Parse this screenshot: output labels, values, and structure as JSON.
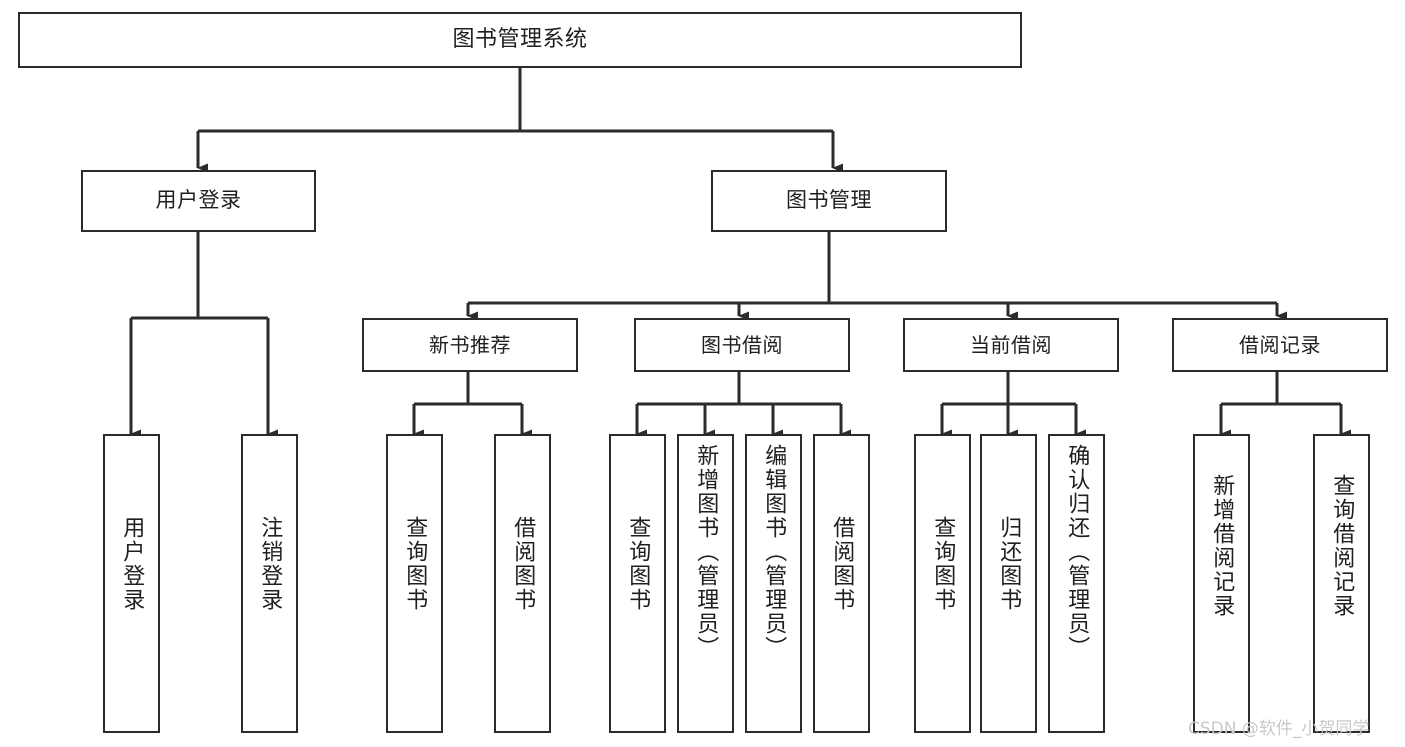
{
  "diagram": {
    "title": "图书管理系统",
    "type": "tree-hierarchy",
    "watermark": "CSDN @软件_小贺同学",
    "accent_color": "#2b2b2b",
    "background_color": "#ffffff"
  },
  "nodes": {
    "root": {
      "label": "图书管理系统",
      "level": 1
    },
    "level2": [
      {
        "id": "user-login",
        "label": "用户登录"
      },
      {
        "id": "book-manage",
        "label": "图书管理"
      }
    ],
    "level3": [
      {
        "id": "new-book-recommend",
        "label": "新书推荐"
      },
      {
        "id": "book-borrow",
        "label": "图书借阅"
      },
      {
        "id": "current-borrow",
        "label": "当前借阅"
      },
      {
        "id": "borrow-record",
        "label": "借阅记录"
      }
    ],
    "leaves": {
      "user_login": [
        {
          "id": "leaf-user-login",
          "label": "用户登录"
        },
        {
          "id": "leaf-user-logout",
          "label": "注销登录"
        }
      ],
      "new_book_recommend": [
        {
          "id": "leaf-query-book-1",
          "label": "查询图书"
        },
        {
          "id": "leaf-borrow-book-1",
          "label": "借阅图书"
        }
      ],
      "book_borrow": [
        {
          "id": "leaf-query-book-2",
          "label": "查询图书"
        },
        {
          "id": "leaf-add-book",
          "label": "新增图书（管理员）"
        },
        {
          "id": "leaf-edit-book",
          "label": "编辑图书（管理员）"
        },
        {
          "id": "leaf-borrow-book-2",
          "label": "借阅图书"
        }
      ],
      "current_borrow": [
        {
          "id": "leaf-query-book-3",
          "label": "查询图书"
        },
        {
          "id": "leaf-return-book",
          "label": "归还图书"
        },
        {
          "id": "leaf-confirm-return",
          "label": "确认归还（管理员）"
        }
      ],
      "borrow_record": [
        {
          "id": "leaf-add-record",
          "label": "新增借阅记录"
        },
        {
          "id": "leaf-query-record",
          "label": "查询借阅记录"
        }
      ]
    }
  }
}
